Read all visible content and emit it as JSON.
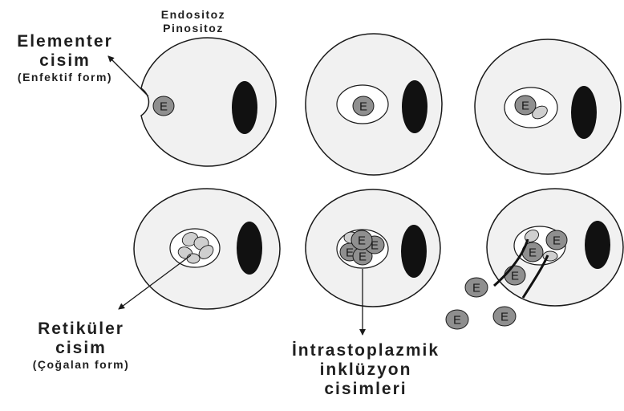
{
  "labels": {
    "endocytosis_line1": "Endositoz",
    "endocytosis_line2": "Pinositoz",
    "elementary_line1": "Elementer",
    "elementary_line2": "cisim",
    "elementary_line3": "(Enfektif form)",
    "reticulate_line1": "Retiküler",
    "reticulate_line2": "cisim",
    "reticulate_line3": "(Çoğalan form)",
    "inclusion_line1": "İntrastoplazmik",
    "inclusion_line2": "inklüzyon",
    "inclusion_line3": "cisimleri"
  },
  "body_letter": "E",
  "colors": {
    "cell_fill": "#f1f1f1",
    "outline": "#1a1a1a",
    "nucleus": "#111111",
    "elementary_body": "#8f8f8f",
    "reticulate_body": "#cfcfcf",
    "vacuole": "#ffffff"
  }
}
